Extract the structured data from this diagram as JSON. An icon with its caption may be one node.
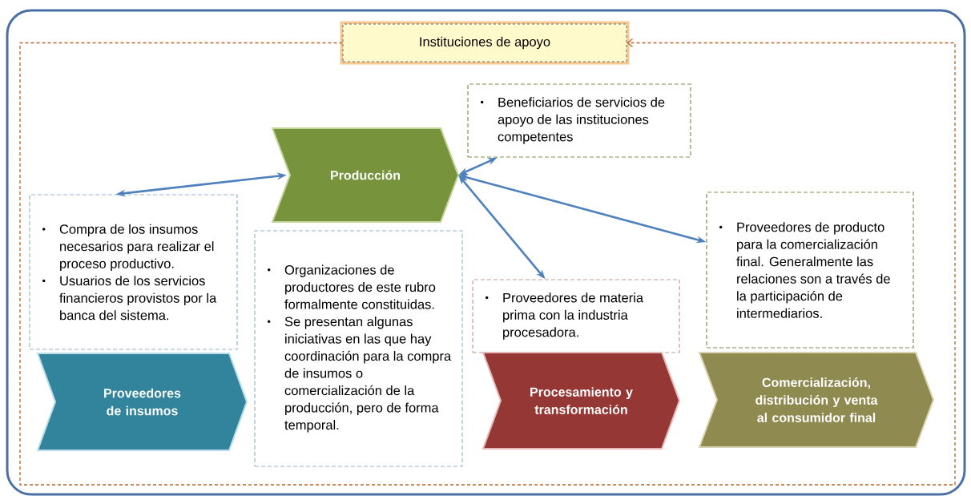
{
  "diagram": {
    "nodes": [
      {
        "text": [
          "Instituciones de apoyo"
        ]
      },
      {
        "text": [
          "Producción"
        ]
      },
      {
        "text": [
          "Beneficiarios de servicios de apoyo de las instituciones competentes"
        ]
      },
      {
        "text": [
          "Compra de los insumos necesarios para realizar el proceso productivo.",
          "Usuarios de los servicios financieros provistos por la banca del sistema."
        ]
      },
      {
        "text": [
          "Organizaciones de productores de este rubro formalmente constituidas.",
          "Se presentan algunas iniciativas en las que hay coordinación para la compra de insumos o comercialización de la producción, pero de forma temporal."
        ]
      },
      {
        "text": [
          "Proveedores de materia prima con la industria procesadora."
        ]
      },
      {
        "text": [
          "Proveedores de producto para la comercialización final. Generalmente las relaciones son a través de la participación de intermediarios."
        ]
      },
      {
        "text": [
          "Proveedores de insumos"
        ]
      },
      {
        "text": [
          "Procesamiento y transformación"
        ]
      },
      {
        "text": [
          "Comercialización, distribución y venta al consumidor final"
        ]
      }
    ],
    "edges": [
      {
        "from": 1,
        "to": 3,
        "arrow": "both"
      },
      {
        "from": 1,
        "to": 2,
        "arrow": "both"
      },
      {
        "from": 1,
        "to": 5,
        "arrow": "both"
      },
      {
        "from": 1,
        "to": 6,
        "arrow": "both"
      },
      {
        "from": 0,
        "to": 0,
        "arrow": "to",
        "style": "dashed",
        "color": "#b5662a"
      }
    ]
  }
}
